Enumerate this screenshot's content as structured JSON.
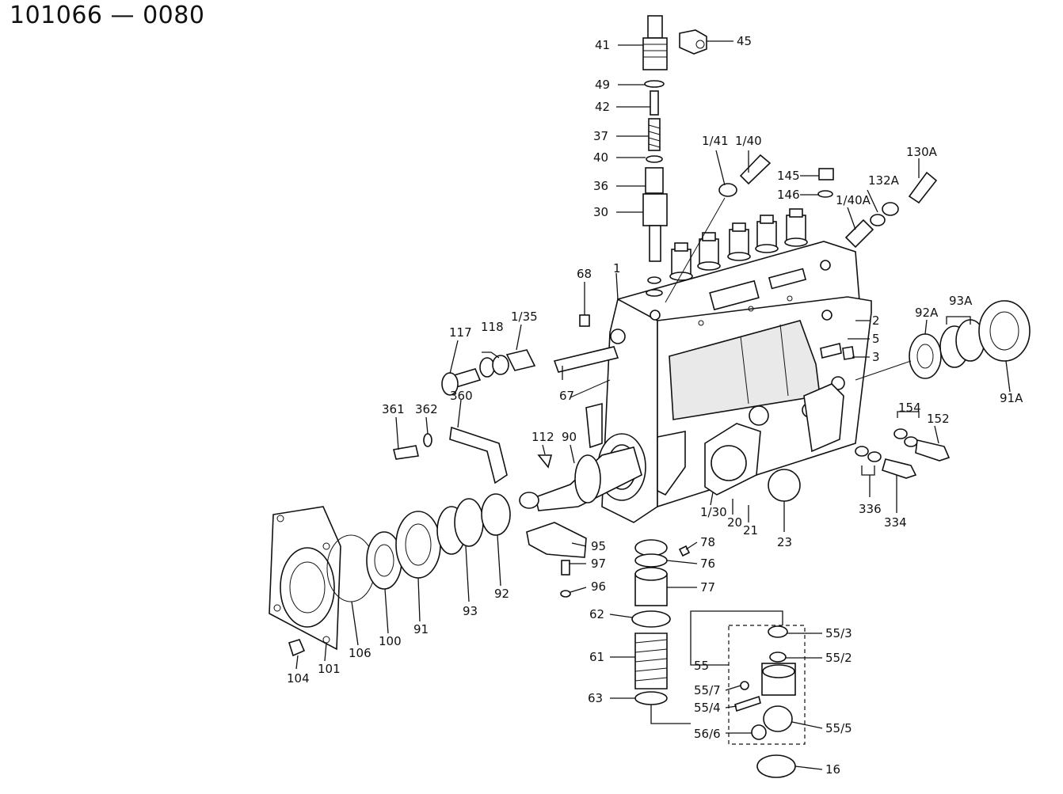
{
  "title": "101066 — 0080",
  "callouts": [
    "41",
    "45",
    "49",
    "42",
    "37",
    "40",
    "36",
    "30",
    "1/41",
    "1/40",
    "145",
    "146",
    "132A",
    "130A",
    "1/40A",
    "68",
    "1",
    "92A",
    "93A",
    "2",
    "5",
    "3",
    "117",
    "118",
    "1/35",
    "67",
    "361",
    "362",
    "360",
    "112",
    "90",
    "154",
    "152",
    "91A",
    "336",
    "334",
    "1/30",
    "20",
    "21",
    "23",
    "78",
    "95",
    "76",
    "97",
    "96",
    "77",
    "62",
    "61",
    "63",
    "55/3",
    "55/2",
    "55",
    "55/7",
    "55/4",
    "55/5",
    "56/6",
    "16",
    "104",
    "101",
    "106",
    "100",
    "91",
    "93",
    "92"
  ]
}
